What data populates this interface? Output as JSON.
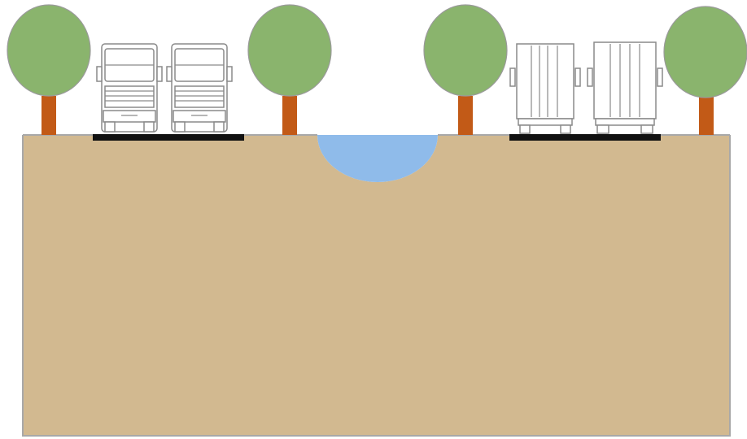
{
  "colors": {
    "background": "#ffffff",
    "ground": "#d2b990",
    "ground_edge": "#a8a8a8",
    "river": "#8fbbea",
    "tree_canopy": "#8ab46d",
    "tree_canopy_edge": "#9a9a9a",
    "tree_trunk": "#c25a17",
    "road": "#111111",
    "truck_line": "#8a8a8a",
    "truck_body": "#ffffff"
  },
  "scene": {
    "trees": [
      {
        "name": "tree-1"
      },
      {
        "name": "tree-2"
      },
      {
        "name": "tree-3"
      },
      {
        "name": "tree-4"
      }
    ],
    "truck_groups": [
      {
        "name": "left-road",
        "view": "truck-front-view",
        "count": 2
      },
      {
        "name": "right-road",
        "view": "truck-rear-view",
        "count": 2
      }
    ],
    "river": {
      "name": "river-channel"
    }
  }
}
